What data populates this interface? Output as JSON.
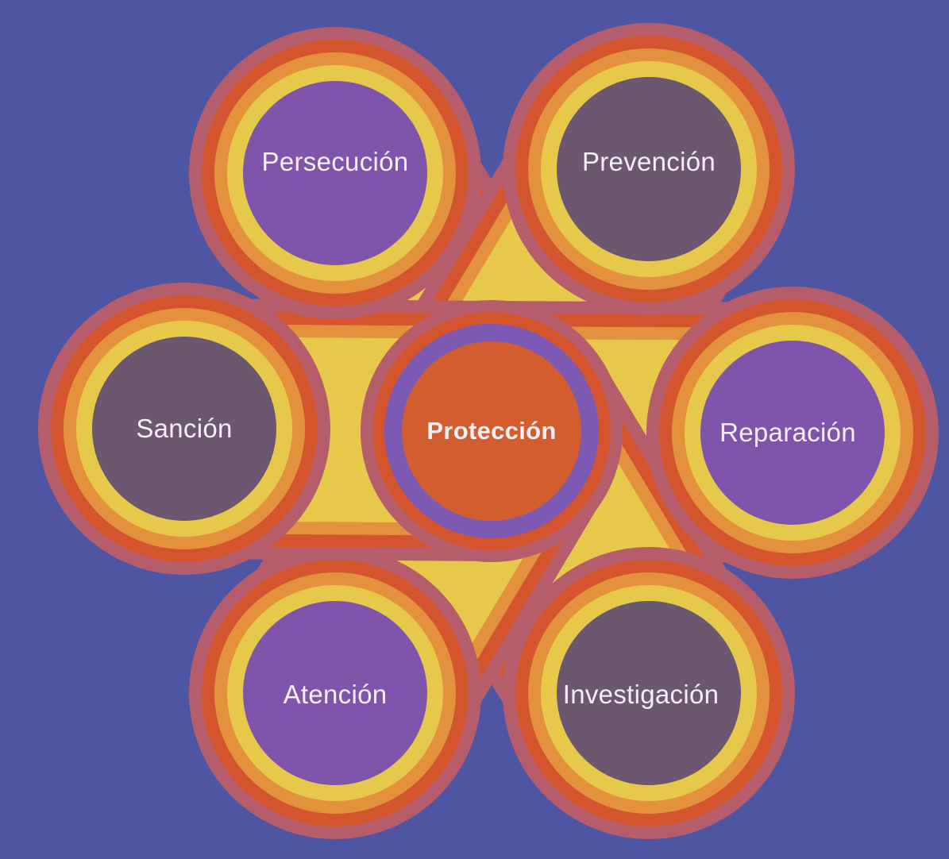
{
  "colors": {
    "background": "#4e56a4",
    "ring_bands": [
      "#b65d6c",
      "#d4542e",
      "#e4913d",
      "#e6c94a"
    ],
    "node_purple": "#7e55aa",
    "node_brown": "#6b5870",
    "center_node": "#d25d2f",
    "center_inner_ring": "#7c5ab3",
    "label_text": "#f4eef6"
  },
  "center": {
    "label": "Protección",
    "icon": "center-orange-disc"
  },
  "nodes": [
    {
      "id": "persecucion",
      "label": "Persecución",
      "fill": "purple"
    },
    {
      "id": "prevencion",
      "label": "Prevención",
      "fill": "brown"
    },
    {
      "id": "reparacion",
      "label": "Reparación",
      "fill": "purple"
    },
    {
      "id": "investigacion",
      "label": "Investigación",
      "fill": "brown"
    },
    {
      "id": "atencion",
      "label": "Atención",
      "fill": "purple"
    },
    {
      "id": "sancion",
      "label": "Sanción",
      "fill": "brown"
    }
  ]
}
